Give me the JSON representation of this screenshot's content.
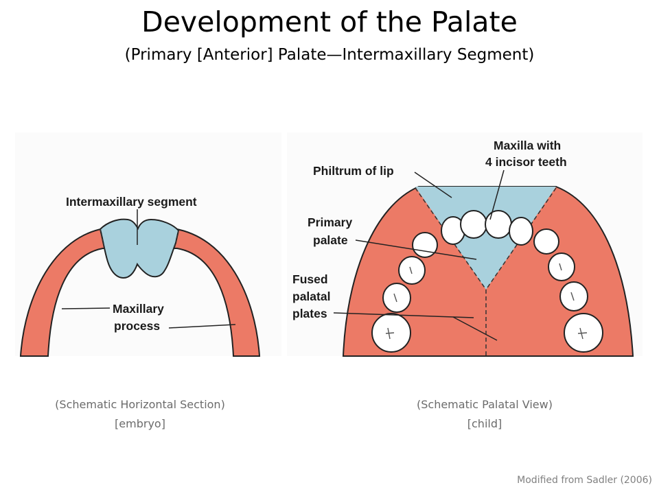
{
  "title": "Development of the Palate",
  "subtitle": "(Primary [Anterior] Palate—Intermaxillary Segment)",
  "left_panel": {
    "labels": {
      "intermaxillary": "Intermaxillary segment",
      "maxillary_1": "Maxillary",
      "maxillary_2": "process"
    },
    "caption_1": "(Schematic Horizontal Section)",
    "caption_2": "[embryo]"
  },
  "right_panel": {
    "labels": {
      "maxilla_1": "Maxilla with",
      "maxilla_2": "4 incisor teeth",
      "philtrum": "Philtrum of lip",
      "primary_1": "Primary",
      "primary_2": "palate",
      "fused_1": "Fused",
      "fused_2": "palatal",
      "fused_3": "plates"
    },
    "caption_1": "(Schematic Palatal View)",
    "caption_2": "[child]"
  },
  "credit": "Modified from Sadler (2006)",
  "colors": {
    "tissue_red": "#ec7a66",
    "intermaxillary_blue": "#a9d1dd",
    "panel_bg": "#fbfbfb",
    "outline": "#222222"
  }
}
